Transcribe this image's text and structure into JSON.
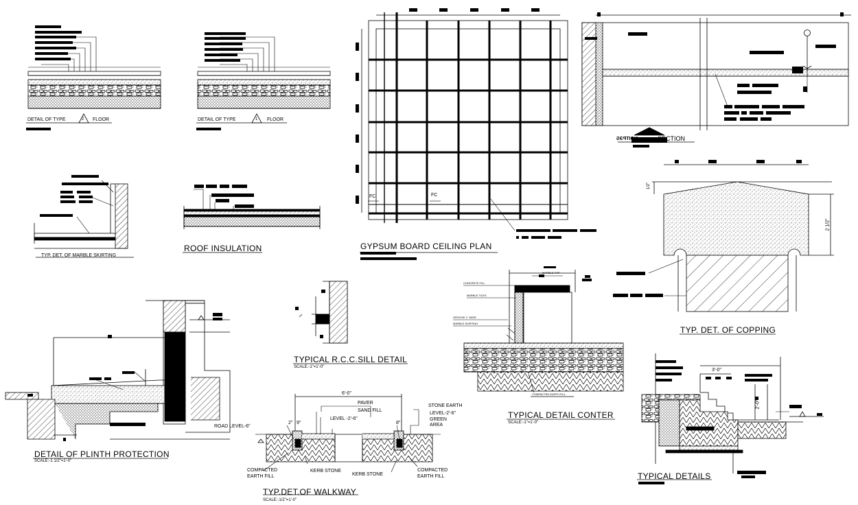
{
  "drawings": {
    "floor2": {
      "title": "DETAIL OF TYPE",
      "num": "2",
      "suffix": "FLOOR"
    },
    "floor1": {
      "title": "DETAIL OF TYPE",
      "num": "1",
      "suffix": "FLOOR"
    },
    "ceiling": {
      "title": "GYPSUM BOARD CEILING PLAN",
      "fc1": "FC",
      "fc2": "FC"
    },
    "section": {
      "title": "SECTION",
      "mirrored": "NOITPЭS"
    },
    "skirting": {
      "title": "TYP. DET. OF MARBLE SKIRTING"
    },
    "roof": {
      "title": "ROOF INSULATION"
    },
    "copping": {
      "title": "TYP. DET. OF COPPING",
      "dim_h": "2 1/2\"",
      "dim_top": "1/2\""
    },
    "sill": {
      "title": "TYPICAL R.C.C.SILL DETAIL",
      "scale": "SCALE:-1\"=1'-0\""
    },
    "counter": {
      "title": "TYPICAL DETAIL CONTER",
      "scale": "SCALE:-1\"=1'-0\"",
      "notes": [
        "MARBLE TOP",
        "CONCRETE FILL",
        "MARBLE TILES",
        "GROOVE 1\" WIDE",
        "MARBLE SKIRTING",
        "COMPACTED EARTH FILL"
      ]
    },
    "plinth": {
      "title": "DETAIL OF PLINTH PROTECTION",
      "scale": "SCALE:-1 1/2\"=1'-0\""
    },
    "walkway": {
      "title": "TYP.DET.OF WALKWAY",
      "scale": "SCALE:-1/2\"=1'-0\"",
      "dim": "6'-0\"",
      "d2": "2\"",
      "d9": "9\"",
      "d8": "8\"",
      "paver": "PAVER",
      "sand": "SAND FILL",
      "level": "LEVEL -2'-6\"",
      "road": "ROAD LEVEL-6\"",
      "stone_earth": "STONE EARTH",
      "level2": "LEVEL-2'-6\"",
      "green": "GREEN",
      "area": "AREA",
      "compacted_l1": "COMPACTED",
      "compacted_l2": "EARTH FILL",
      "kerb1": "KERB STONE",
      "kerb2": "KERB STONE",
      "compacted_r1": "COMPACTED",
      "compacted_r2": "EARTH FILL"
    },
    "typical": {
      "title": "TYPICAL  DETAILS",
      "d1": "3'-0\"",
      "d2": "2'-0\""
    }
  },
  "colors": {
    "ink": "#000000",
    "paper": "#ffffff"
  }
}
